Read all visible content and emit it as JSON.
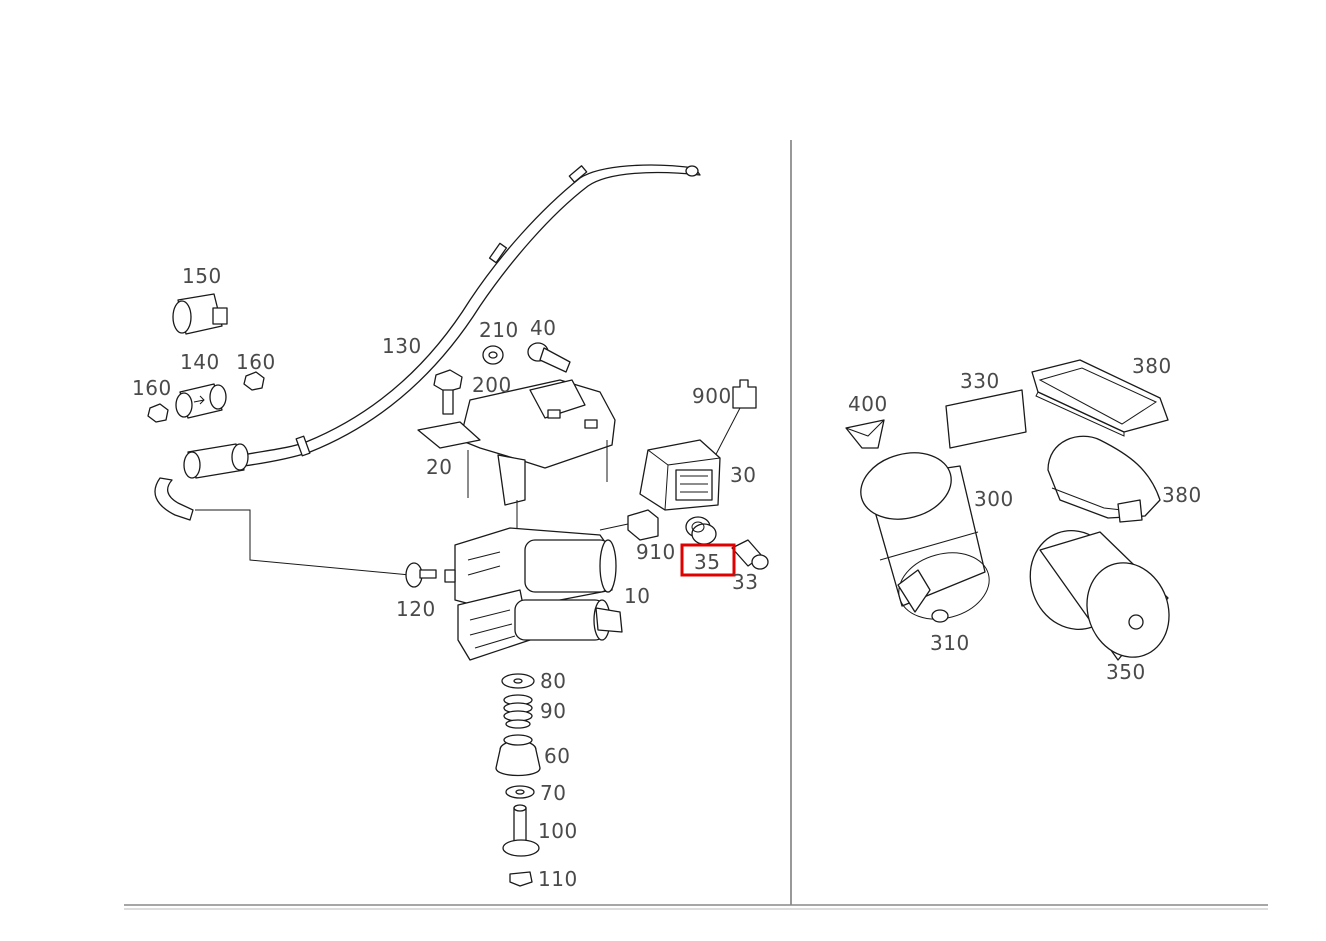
{
  "diagram": {
    "highlight_color": "#e00000",
    "line_color": "#1a1a1a",
    "label_color": "#4a4a4a",
    "highlighted_part": "35",
    "left_panel": {
      "labels": {
        "p150": "150",
        "p140": "140",
        "p160a": "160",
        "p160b": "160",
        "p130": "130",
        "p210": "210",
        "p40": "40",
        "p200": "200",
        "p20": "20",
        "p900": "900",
        "p30": "30",
        "p910": "910",
        "p35": "35",
        "p33": "33",
        "p120": "120",
        "p10": "10",
        "p80": "80",
        "p90": "90",
        "p60": "60",
        "p70": "70",
        "p100": "100",
        "p110": "110"
      }
    },
    "right_panel": {
      "labels": {
        "p400": "400",
        "p330": "330",
        "p380a": "380",
        "p300": "300",
        "p380b": "380",
        "p310": "310",
        "p350": "350"
      }
    }
  }
}
